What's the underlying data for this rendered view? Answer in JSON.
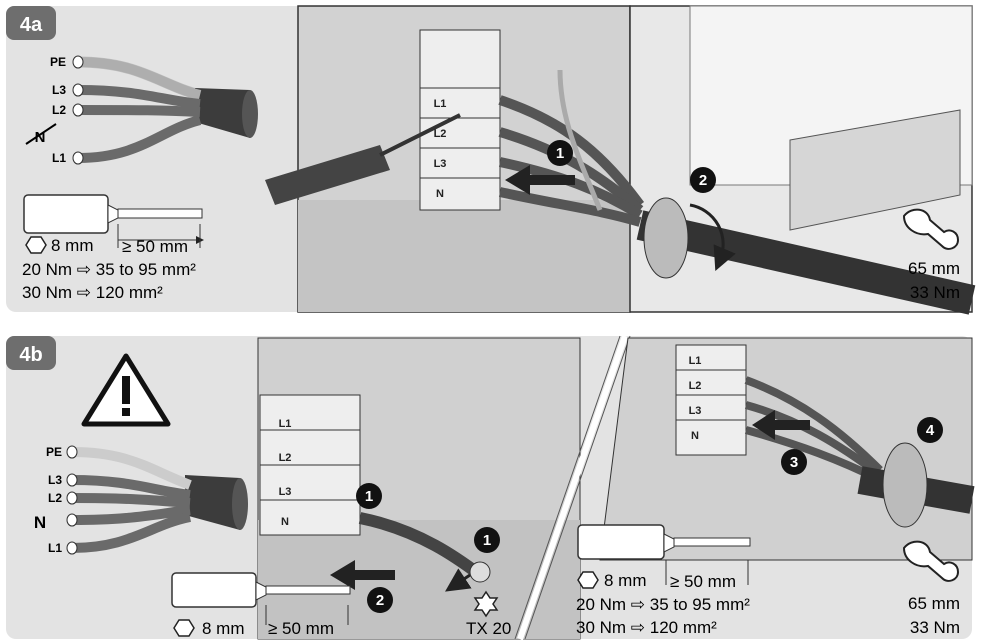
{
  "panel_a": {
    "badge": "4a",
    "wires": [
      "PE",
      "L3",
      "L2",
      "N",
      "L1"
    ],
    "terminals": [
      "L1",
      "L2",
      "L3",
      "N"
    ],
    "tool_spec": {
      "hex": "8 mm",
      "length": "≥ 50 mm",
      "torque_line_1": "20 Nm ⇨ 35 to 95 mm²",
      "torque_line_2": "30 Nm ⇨ 120 mm²"
    },
    "wrench_spec": {
      "size": "65 mm",
      "torque": "33 Nm"
    },
    "steps": [
      "1",
      "2"
    ]
  },
  "panel_b": {
    "badge": "4b",
    "wires": [
      "PE",
      "L3",
      "L2",
      "N",
      "L1"
    ],
    "terminals": [
      "L1",
      "L2",
      "L3",
      "N"
    ],
    "tool_spec_left": {
      "hex": "8 mm",
      "length": "≥ 50 mm"
    },
    "torx": "TX 20",
    "tool_spec_right": {
      "hex": "8 mm",
      "length": "≥ 50 mm",
      "torque_line_1": "20 Nm ⇨ 35 to 95 mm²",
      "torque_line_2": "30 Nm ⇨ 120 mm²"
    },
    "wrench_spec": {
      "size": "65 mm",
      "torque": "33 Nm"
    },
    "steps": [
      "1",
      "2",
      "1",
      "3",
      "4"
    ]
  },
  "colors": {
    "panel": "#e3e3e3",
    "badge": "#6e6e6e",
    "cable": "#3a3a3a",
    "enclosure": "#c8c8c8"
  },
  "icons": [
    "warning-icon",
    "wrench-icon",
    "hex-icon",
    "torx-icon",
    "screwdriver-icon"
  ]
}
